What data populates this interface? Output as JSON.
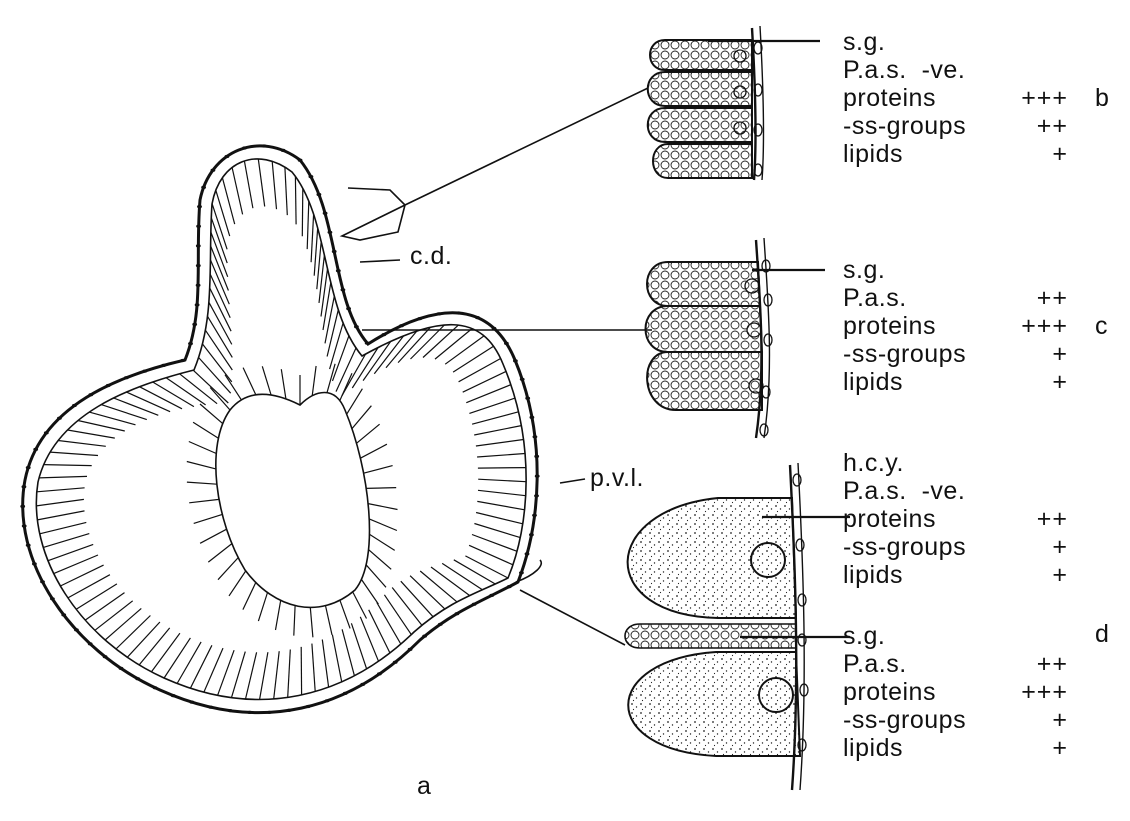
{
  "labels": {
    "cd": "c.d.",
    "pvl": "p.v.l.",
    "figure_letter_a": "a"
  },
  "panels": {
    "b": {
      "letter": "b",
      "rows": [
        {
          "name": "s.g.",
          "value": ""
        },
        {
          "name": "P.a.s.  -ve.",
          "value": ""
        },
        {
          "name": "proteins",
          "value": "+++"
        },
        {
          "name": "-ss-groups",
          "value": "++"
        },
        {
          "name": "lipids",
          "value": "+"
        }
      ]
    },
    "c": {
      "letter": "c",
      "rows": [
        {
          "name": "s.g.",
          "value": ""
        },
        {
          "name": "P.a.s.",
          "value": "++"
        },
        {
          "name": "proteins",
          "value": "+++"
        },
        {
          "name": "-ss-groups",
          "value": "+"
        },
        {
          "name": "lipids",
          "value": "+"
        }
      ]
    },
    "d": {
      "letter": "d",
      "upper_rows": [
        {
          "name": "h.c.y.",
          "value": ""
        },
        {
          "name": "P.a.s.  -ve.",
          "value": ""
        },
        {
          "name": "proteins",
          "value": "++"
        },
        {
          "name": "-ss-groups",
          "value": "+"
        },
        {
          "name": "lipids",
          "value": "+"
        }
      ],
      "lower_rows": [
        {
          "name": "s.g.",
          "value": ""
        },
        {
          "name": "P.a.s.",
          "value": "++"
        },
        {
          "name": "proteins",
          "value": "+++"
        },
        {
          "name": "-ss-groups",
          "value": "+"
        },
        {
          "name": "lipids",
          "value": "+"
        }
      ]
    }
  }
}
